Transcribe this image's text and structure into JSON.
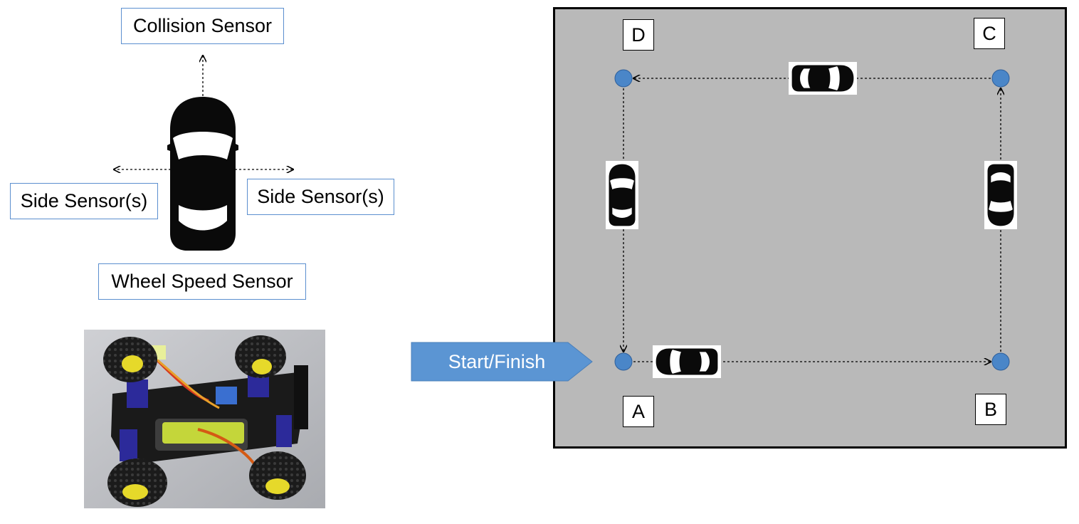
{
  "sensor_diagram": {
    "collision_label": "Collision Sensor",
    "side_left_label": "Side Sensor(s)",
    "side_right_label": "Side Sensor(s)",
    "wheel_label": "Wheel Speed Sensor"
  },
  "track": {
    "start_label": "Start/Finish",
    "corners": {
      "a": "A",
      "b": "B",
      "c": "C",
      "d": "D"
    },
    "colors": {
      "arena": "#b9b9b9",
      "node": "#4a86c8",
      "flag": "#5b95d3"
    }
  }
}
